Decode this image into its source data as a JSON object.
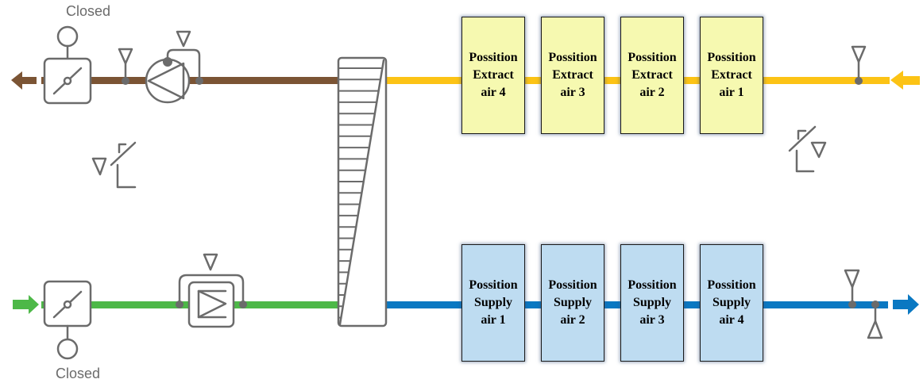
{
  "colors": {
    "extract_outlet": "#7b5434",
    "extract_inlet": "#fcc315",
    "supply_inlet": "#4db848",
    "supply_outlet": "#0a78c2",
    "symbol_stroke": "#6b6b6b",
    "extract_box_fill": "#f6f9b0",
    "supply_box_fill": "#bedcf1"
  },
  "dampers": {
    "exhaust": {
      "status": "Closed",
      "icon": "damper-icon"
    },
    "intake": {
      "status": "Closed",
      "icon": "damper-icon"
    }
  },
  "extract_zones": [
    {
      "line1": "Possition",
      "line2": "Extract",
      "line3": "air 4"
    },
    {
      "line1": "Possition",
      "line2": "Extract",
      "line3": "air 3"
    },
    {
      "line1": "Possition",
      "line2": "Extract",
      "line3": "air 2"
    },
    {
      "line1": "Possition",
      "line2": "Extract",
      "line3": "air 1"
    }
  ],
  "supply_zones": [
    {
      "line1": "Possition",
      "line2": "Supply",
      "line3": "air 1"
    },
    {
      "line1": "Possition",
      "line2": "Supply",
      "line3": "air 2"
    },
    {
      "line1": "Possition",
      "line2": "Supply",
      "line3": "air 3"
    },
    {
      "line1": "Possition",
      "line2": "Supply",
      "line3": "air 4"
    }
  ],
  "components": {
    "extract_fan": "fan-icon",
    "supply_filter": "filter-icon",
    "heat_exchanger": "heat-exchanger-icon",
    "outdoor_sensor": "temperature-sensor-icon",
    "room_sensor": "temperature-sensor-icon"
  }
}
